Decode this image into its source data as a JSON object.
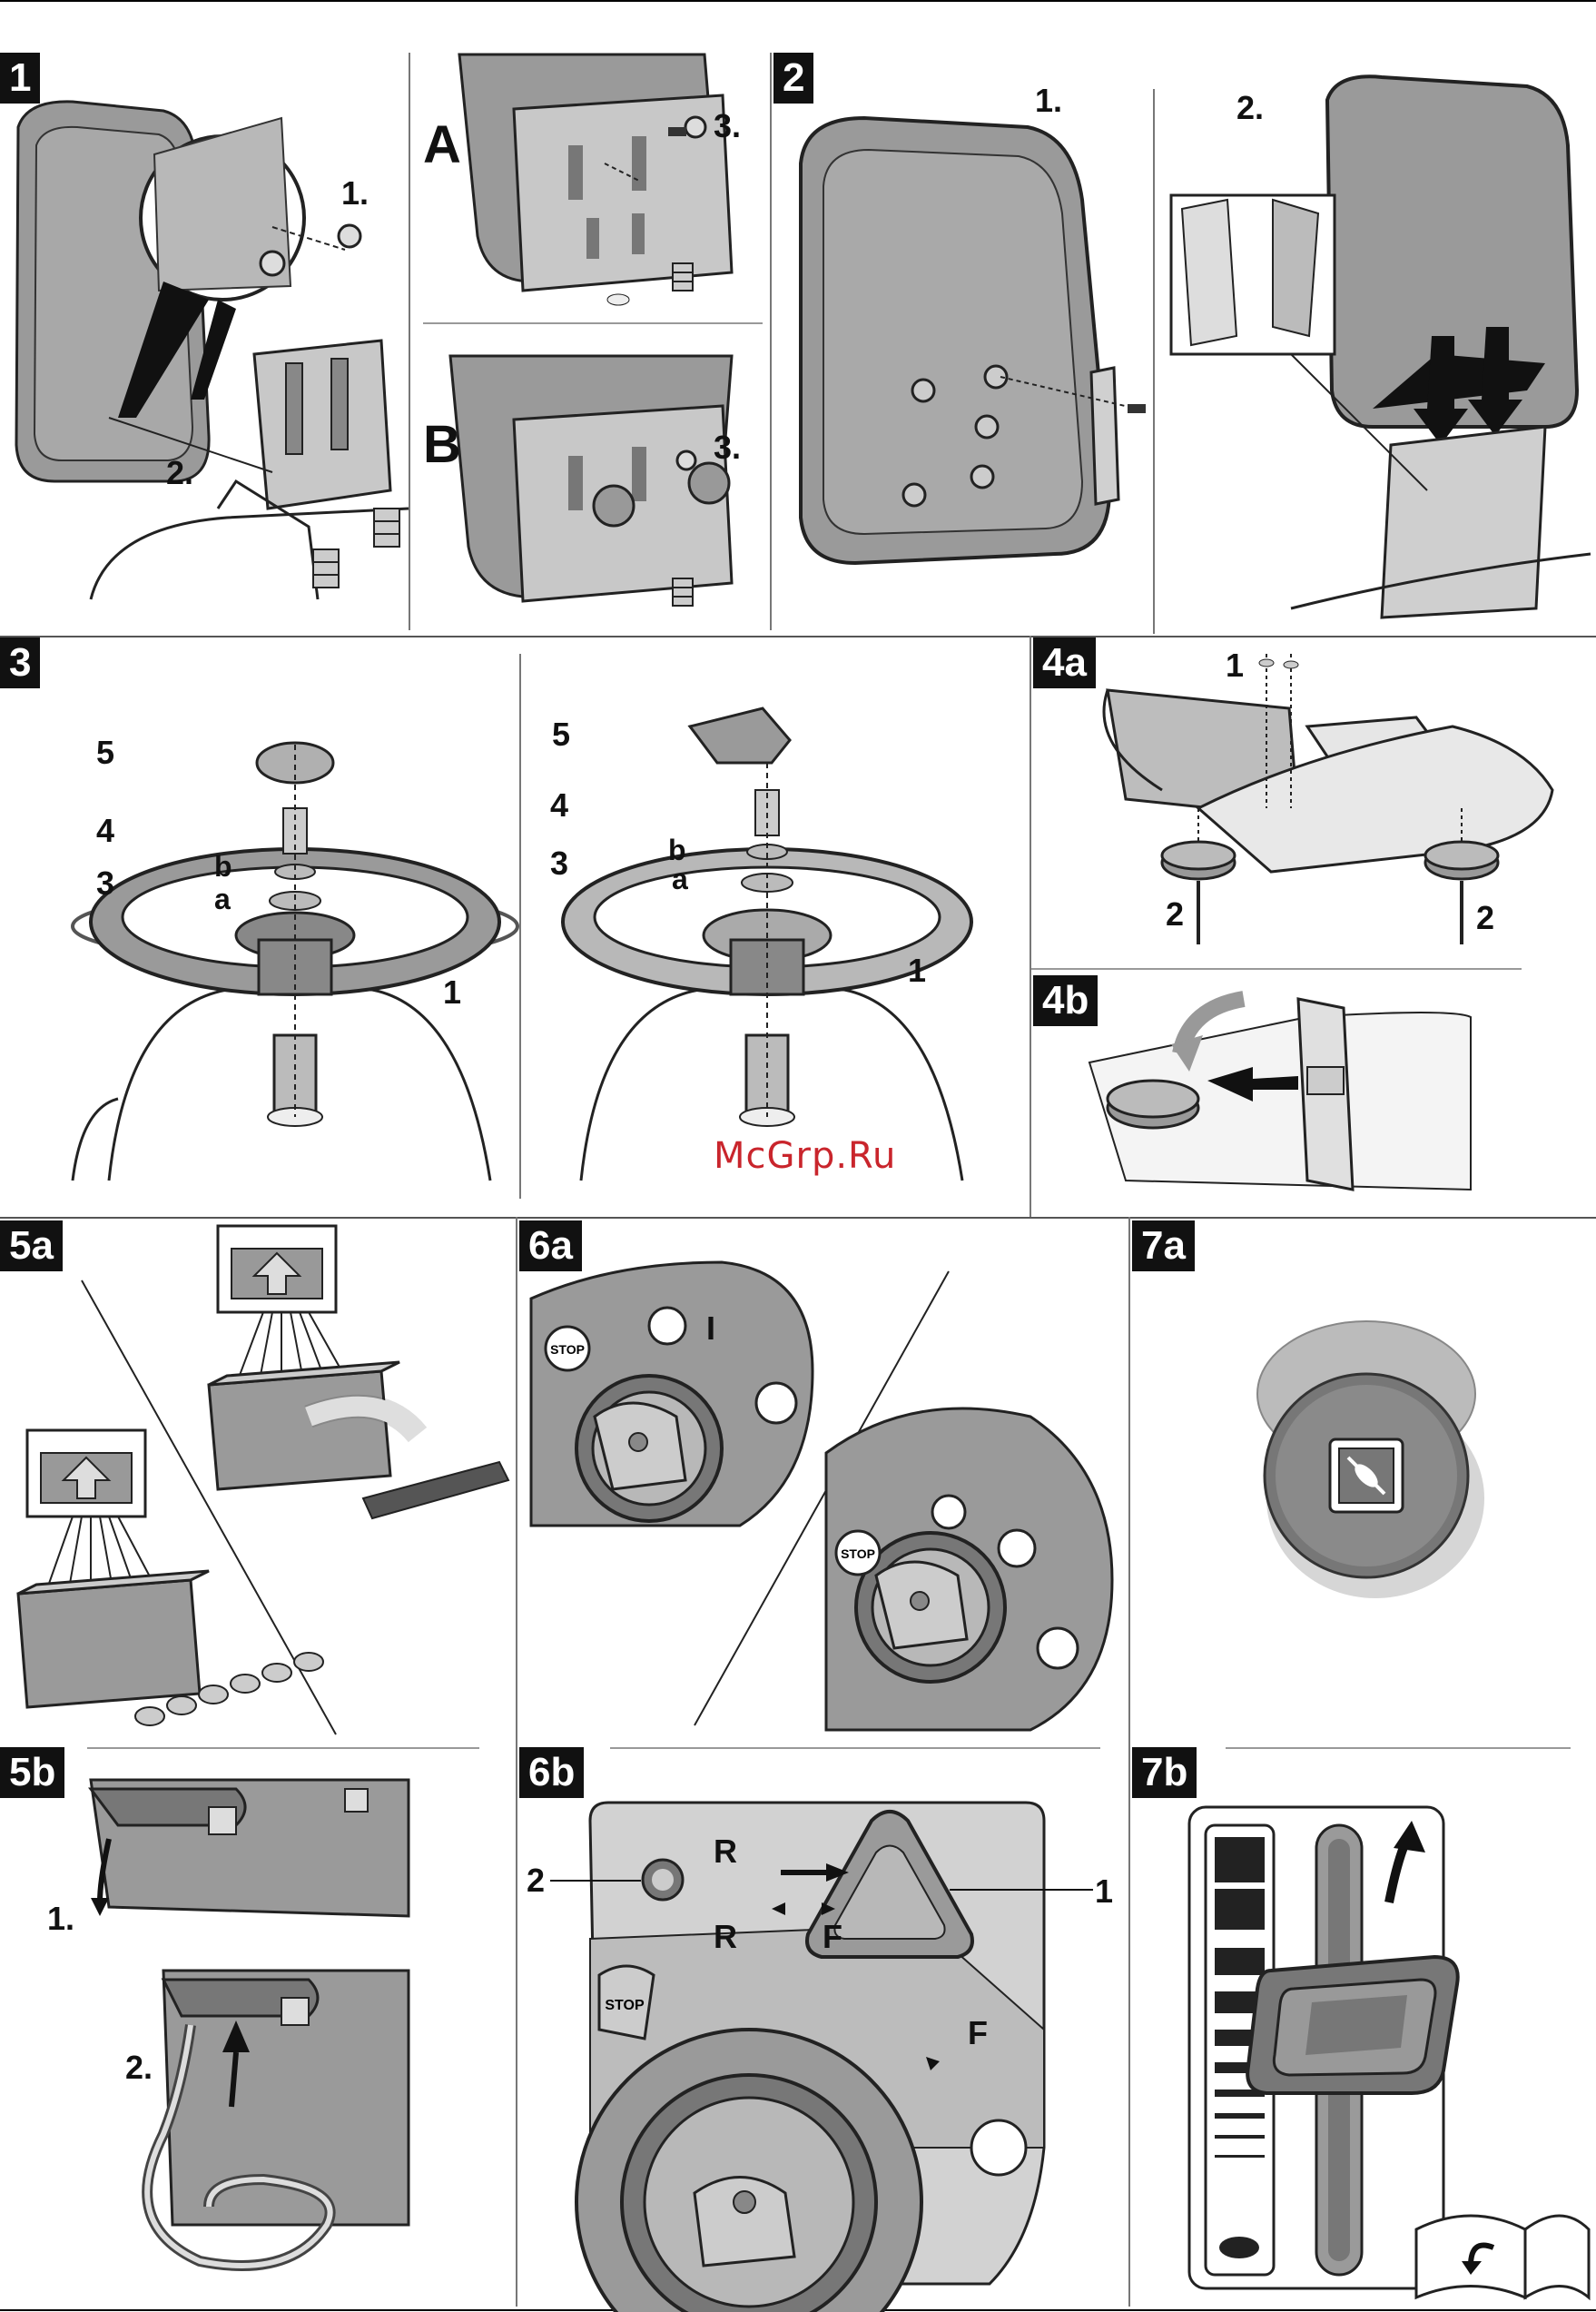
{
  "panels": {
    "p1": {
      "badge": "1",
      "step1": "1.",
      "step2": "2.",
      "inset_a": "A",
      "inset_b": "B",
      "a_step3": "3.",
      "b_step3": "3."
    },
    "p2": {
      "badge": "2",
      "step1": "1.",
      "step2": "2."
    },
    "p3": {
      "badge": "3",
      "labels": [
        "5",
        "4",
        "3",
        "b",
        "a",
        "1"
      ]
    },
    "p4a": {
      "badge": "4a",
      "label_1": "1",
      "label_2_left": "2",
      "label_2_right": "2"
    },
    "p4b": {
      "badge": "4b"
    },
    "p5a": {
      "badge": "5a"
    },
    "p5b": {
      "badge": "5b",
      "step1": "1.",
      "step2": "2."
    },
    "p6a": {
      "badge": "6a",
      "stop": "STOP",
      "run_symbol": "I"
    },
    "p6b": {
      "badge": "6b",
      "callout_2": "2",
      "callout_1": "1",
      "row1": "R",
      "row2_r": "R",
      "row2_f": "F",
      "row3_f": "F",
      "stop": "STOP"
    },
    "p7a": {
      "badge": "7a"
    },
    "p7b": {
      "badge": "7b"
    }
  },
  "watermark": "McGrp.Ru",
  "colors": {
    "grey_dark": "#8a8a8a",
    "grey_mid": "#b0b0b0",
    "grey_light": "#d6d6d6",
    "badge": "#111111",
    "watermark": "#c9252c"
  }
}
